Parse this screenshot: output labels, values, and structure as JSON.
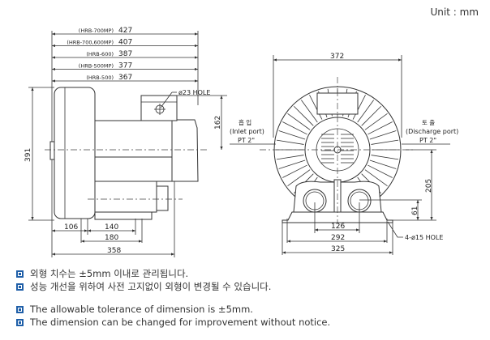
{
  "unit_label": "Unit : mm",
  "side_view": {
    "length_dims": [
      {
        "model": "(HRB-700MP)",
        "value": "427"
      },
      {
        "model": "(HRB-700,600MP)",
        "value": "407"
      },
      {
        "model": "(HRB-600)",
        "value": "387"
      },
      {
        "model": "(HRB-500MP)",
        "value": "377"
      },
      {
        "model": "(HRB-500)",
        "value": "367"
      }
    ],
    "hole_label": "ø23 HOLE",
    "height": "391",
    "box_height": "162",
    "bottom_dims": {
      "a": "106",
      "b": "140",
      "c": "180",
      "total": "358"
    }
  },
  "front_view": {
    "width": "372",
    "inlet": {
      "ko": "흡 입",
      "en": "(Inlet port)",
      "size": "PT 2\""
    },
    "discharge": {
      "ko": "토 출",
      "en": "(Discharge port)",
      "size": "PT 2\""
    },
    "center_height": "205",
    "port_height": "61",
    "port_spacing": "126",
    "hole_spacing": "292",
    "base_width": "325",
    "hole_label": "4-ø15 HOLE"
  },
  "notes": [
    "외형 치수는 ±5mm 이내로 관리됩니다.",
    "성능 개선을 위하여 사전 고지없이 외형이 변경될 수 있습니다.",
    "The allowable tolerance of dimension is ±5mm.",
    "The dimension can be changed for improvement without notice."
  ]
}
